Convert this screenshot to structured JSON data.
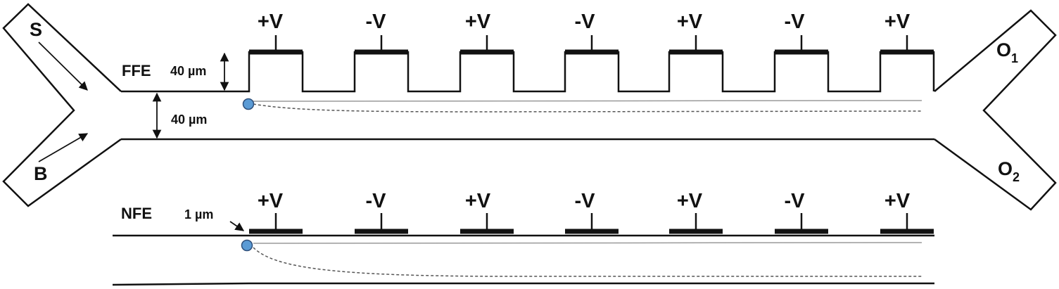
{
  "ffe": {
    "label": "FFE",
    "electrode_height": "40 µm",
    "channel_width": "40 µm",
    "electrode_voltages": [
      "+V",
      "-V",
      "+V",
      "-V",
      "+V",
      "-V",
      "+V"
    ]
  },
  "nfe": {
    "label": "NFE",
    "electrode_height": "1 µm",
    "electrode_voltages": [
      "+V",
      "-V",
      "+V",
      "-V",
      "+V",
      "-V",
      "+V"
    ]
  },
  "inlets": {
    "sample": "S",
    "buffer": "B"
  },
  "outlets": {
    "outlet1": {
      "letter": "O",
      "subscript": "1"
    },
    "outlet2": {
      "letter": "O",
      "subscript": "2"
    }
  },
  "colors": {
    "line": "#111111",
    "particle": "#5b9bd5",
    "trajectory": "#555555"
  }
}
